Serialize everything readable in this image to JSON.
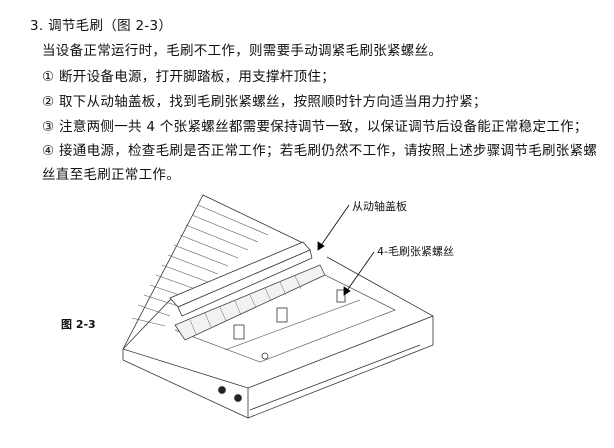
{
  "section": {
    "heading": "3. 调节毛刷（图 2-3）",
    "intro": "当设备正常运行时，毛刷不工作，则需要手动调紧毛刷张紧螺丝。",
    "steps": [
      "① 断开设备电源，打开脚踏板，用支撑杆顶住；",
      "② 取下从动轴盖板，找到毛刷张紧螺丝，按照顺时针方向适当用力拧紧；",
      "③ 注意两侧一共 4 个张紧螺丝都需要保持调节一致，以保证调节后设备能正常稳定工作；",
      "④ 接通电源，检查毛刷是否正常工作；若毛刷仍然不工作，请按照上述步骤调节毛刷张紧螺"
    ],
    "step4_cont": "丝直至毛刷正常工作。"
  },
  "figure": {
    "caption": "图 2-3",
    "callouts": [
      "从动轴盖板",
      "4-毛刷张紧螺丝"
    ]
  }
}
